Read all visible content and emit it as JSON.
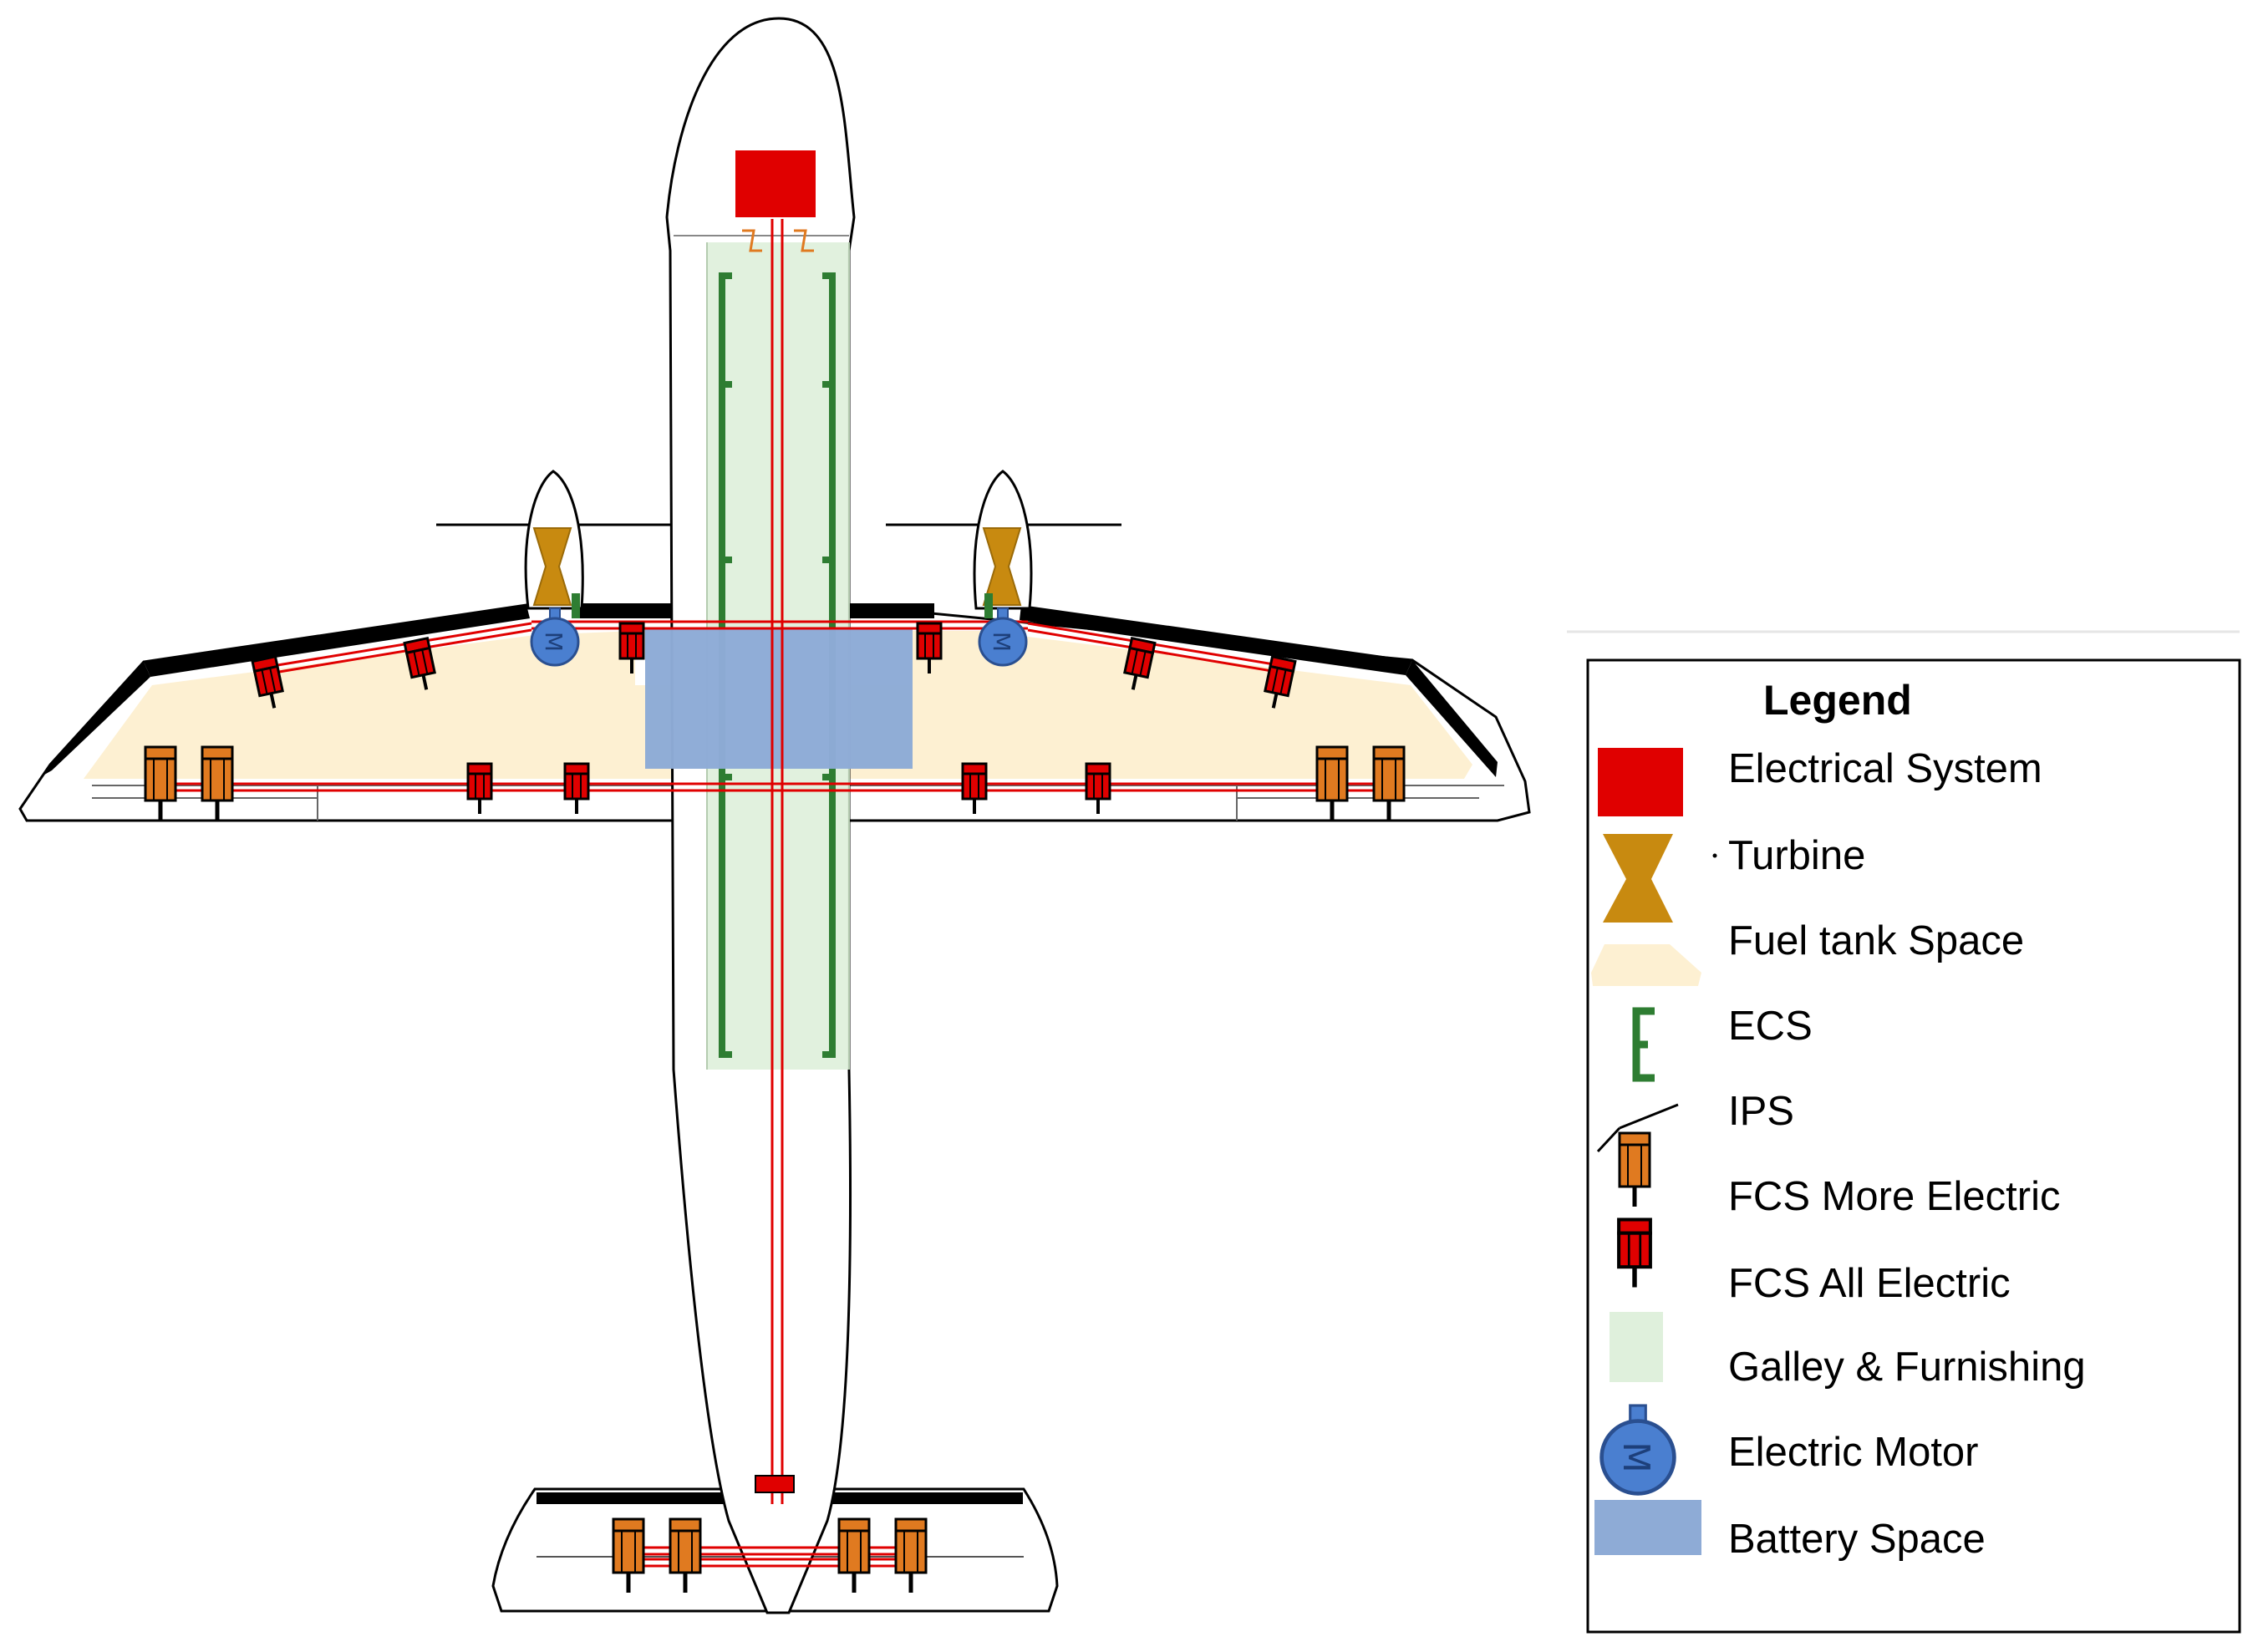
{
  "legend": {
    "title": "Legend",
    "items": [
      {
        "key": "electrical",
        "label": "Electrical System",
        "icon": "electrical-system-icon",
        "color": "#e00000"
      },
      {
        "key": "turbine",
        "label": "Turbine",
        "icon": "turbine-icon",
        "color": "#c88a10"
      },
      {
        "key": "fuel",
        "label": "Fuel tank Space",
        "icon": "fuel-tank-icon",
        "color": "#fdf0d2"
      },
      {
        "key": "ecs",
        "label": "ECS",
        "icon": "ecs-bracket-icon",
        "color": "#2e7d32"
      },
      {
        "key": "ips",
        "label": "IPS",
        "icon": "ips-line-icon",
        "color": "#000000"
      },
      {
        "key": "fcs_more",
        "label": "FCS More Electric",
        "icon": "fcs-more-electric-actuator-icon",
        "color": "#e07a20"
      },
      {
        "key": "fcs_all",
        "label": "FCS All Electric",
        "icon": "fcs-all-electric-actuator-icon",
        "color": "#e00000"
      },
      {
        "key": "galley",
        "label": "Galley & Furnishing",
        "icon": "galley-furnishing-icon",
        "color": "#dff0dc"
      },
      {
        "key": "motor",
        "label": "Electric Motor",
        "icon": "electric-motor-icon",
        "color": "#4a7fd0"
      },
      {
        "key": "battery",
        "label": "Battery Space",
        "icon": "battery-space-icon",
        "color": "#8eabd6"
      }
    ]
  }
}
